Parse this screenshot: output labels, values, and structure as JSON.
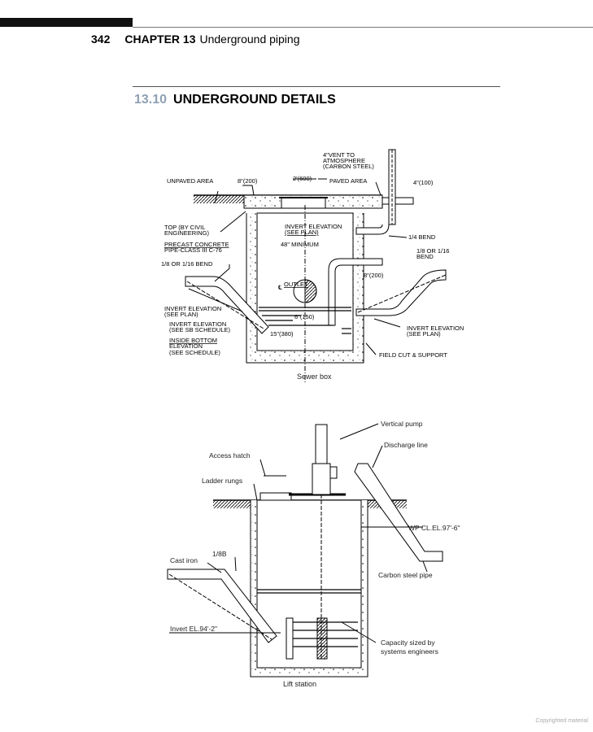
{
  "header": {
    "page_number": "342",
    "chapter": "CHAPTER 13",
    "chapter_title": "Underground piping"
  },
  "section": {
    "number": "13.10",
    "title": "UNDERGROUND DETAILS"
  },
  "sewer_box": {
    "caption": "Sewer box",
    "labels": {
      "vent1": "4\"VENT TO",
      "vent2": "ATMOSPHERE",
      "vent3": "(CARBON STEEL)",
      "unpaved": "UNPAVED AREA",
      "dim8": "8\"(200)",
      "dim2": "2'(600)",
      "paved": "PAVED AREA",
      "dim4": "4\"(100)",
      "top1": "TOP (BY CIVIL",
      "top2": "ENGINEERING)",
      "inv_top1": "INVERT ELEVATION",
      "inv_top2": "(SEE PLAN)",
      "bend14": "1/4 BEND",
      "precast1": "PRECAST CONCRETE",
      "precast2": "PIPE-CLASS III C-76",
      "min48": "48\" MINIMUM",
      "bend_right1": "1/8 OR 1/16",
      "bend_right2": "BEND",
      "bend_left": "1/8 OR 1/16 BEND",
      "dim8b": "8\"(200)",
      "outlet": "OUTLET",
      "cl": "℄",
      "inv_left1": "INVERT ELEVATION",
      "inv_left2": "(SEE PLAN)",
      "dim6": "6\"(150)",
      "inv_sb1": "INVERT ELEVATION",
      "inv_sb2": "(SEE SB SCHEDULE)",
      "dim15": "15\"(380)",
      "inside1": "INSIDE BOTTOM",
      "inside2": "ELEVATION",
      "inside3": "(SEE SCHEDULE)",
      "inv_right1": "INVERT ELEVATION",
      "inv_right2": "(SEE PLAN)",
      "field": "FIELD CUT & SUPPORT"
    }
  },
  "lift_station": {
    "caption": "Lift station",
    "labels": {
      "pump": "Vertical pump",
      "discharge": "Discharge line",
      "hatch": "Access hatch",
      "rungs": "Ladder rungs",
      "wp": "WP CL.EL.97'-6\"",
      "bend": "1/8B",
      "cast": "Cast iron",
      "steel": "Carbon steel pipe",
      "invert": "Invert EL.94'-2\"",
      "cap1": "Capacity sized by",
      "cap2": "systems engineers"
    }
  },
  "footer": {
    "copyright": "Copyrighted material"
  }
}
